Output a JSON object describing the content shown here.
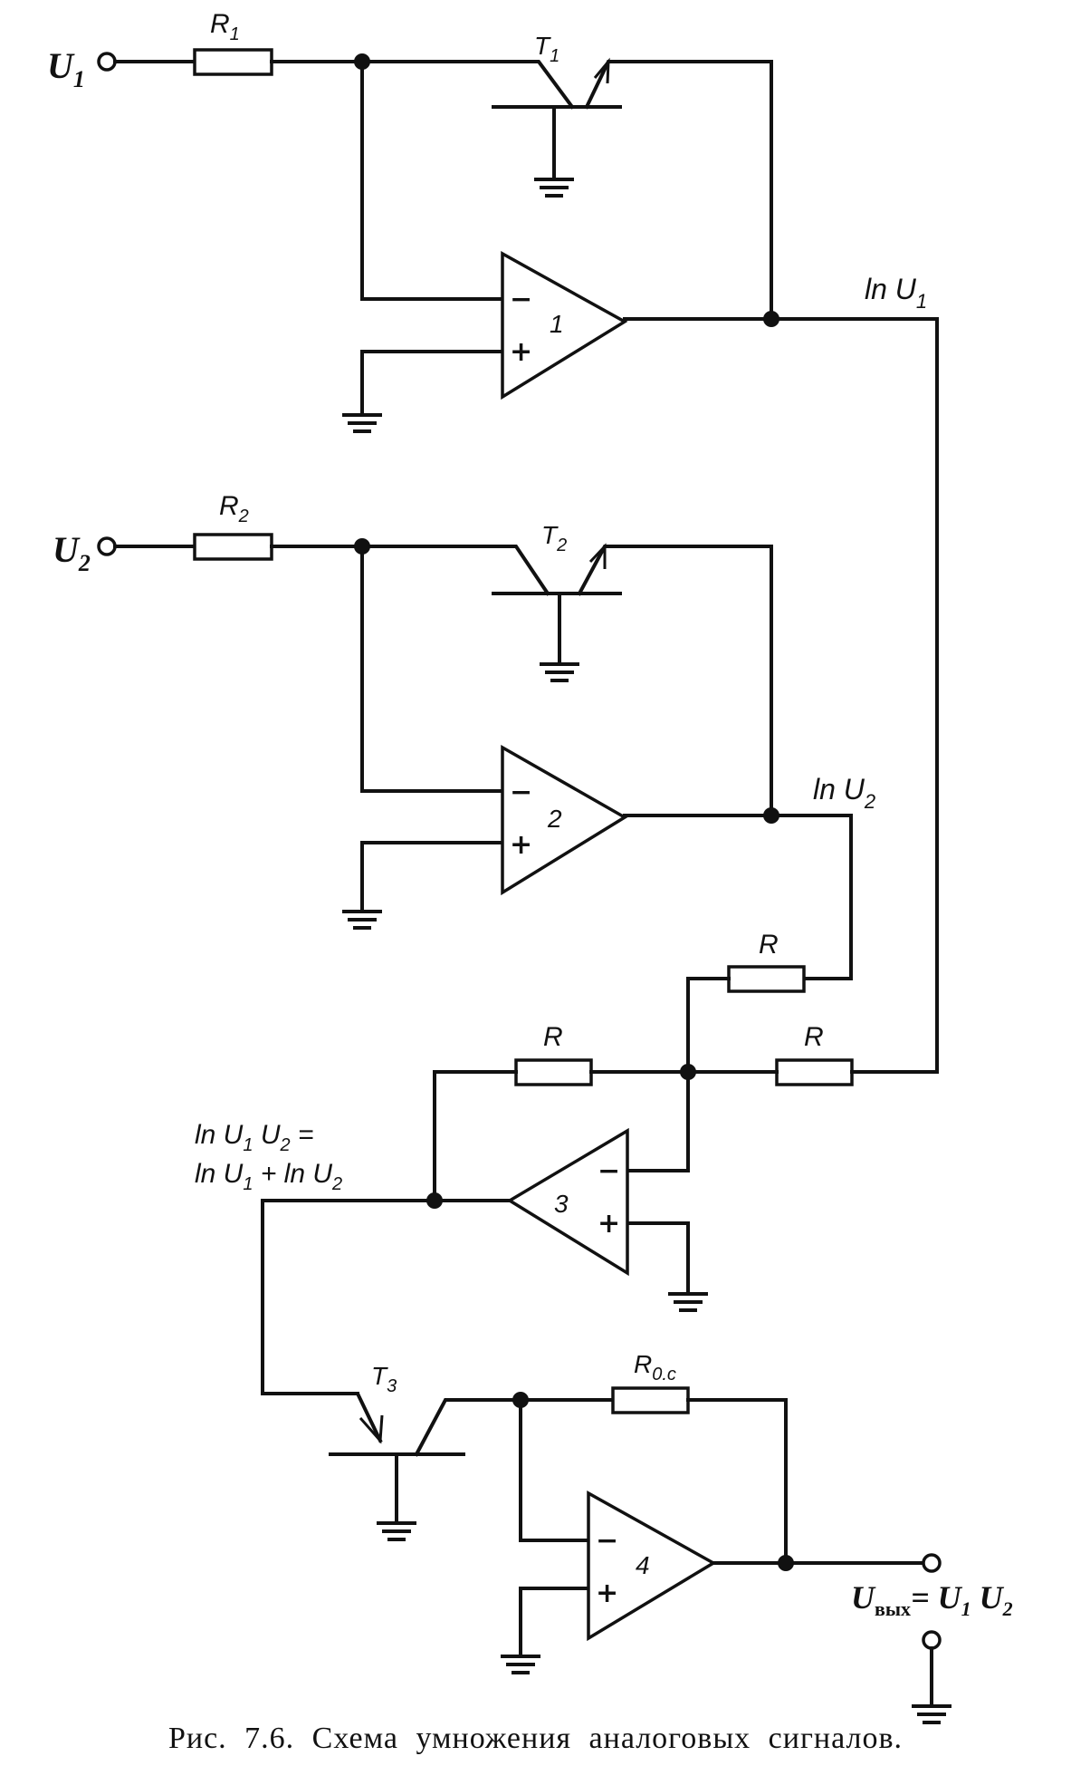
{
  "labels": {
    "U1": "U",
    "U1_sub": "1",
    "U2": "U",
    "U2_sub": "2",
    "R1": "R",
    "R1_sub": "1",
    "R2": "R",
    "R2_sub": "2",
    "T1": "T",
    "T1_sub": "1",
    "T2": "T",
    "T2_sub": "2",
    "T3": "T",
    "T3_sub": "3",
    "Roc": "R",
    "Roc_sub": "0.с",
    "R_a": "R",
    "R_b": "R",
    "R_c": "R",
    "ln_u1": "ln U",
    "ln_u1_sub": "1",
    "ln_u2": "ln U",
    "ln_u2_sub": "2",
    "ln_prod_line1": "ln U",
    "ln_prod_line1_s1": "1",
    "ln_prod_line1_mid": " U",
    "ln_prod_line1_s2": "2",
    "ln_prod_line1_end": " =",
    "ln_prod_line2": "ln U",
    "ln_prod_line2_s1": "1",
    "ln_prod_line2_mid": " + ln U",
    "ln_prod_line2_s2": "2",
    "uout": "U",
    "uout_sub": "вых",
    "uout_eq": "= U",
    "uout_s1": "1",
    "uout_mid": " U",
    "uout_s2": "2",
    "amp1": "1",
    "amp2": "2",
    "amp3": "3",
    "amp4": "4",
    "minus": "−",
    "plus": "+"
  },
  "caption": "Рис. 7.6. Схема умножения аналоговых сигналов."
}
